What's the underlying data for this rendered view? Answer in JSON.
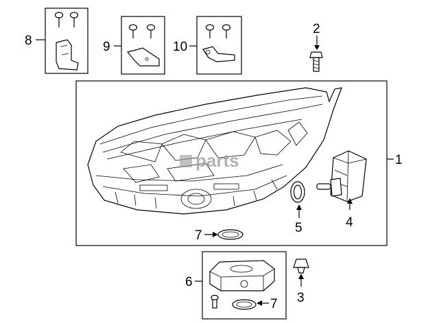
{
  "diagram": {
    "watermark": "parts",
    "callouts": [
      {
        "id": "c1",
        "label": "1"
      },
      {
        "id": "c2",
        "label": "2"
      },
      {
        "id": "c3",
        "label": "3"
      },
      {
        "id": "c4",
        "label": "4"
      },
      {
        "id": "c5",
        "label": "5"
      },
      {
        "id": "c6",
        "label": "6"
      },
      {
        "id": "c7a",
        "label": "7"
      },
      {
        "id": "c7b",
        "label": "7"
      },
      {
        "id": "c8",
        "label": "8"
      },
      {
        "id": "c9",
        "label": "9"
      },
      {
        "id": "c10",
        "label": "10"
      }
    ]
  }
}
